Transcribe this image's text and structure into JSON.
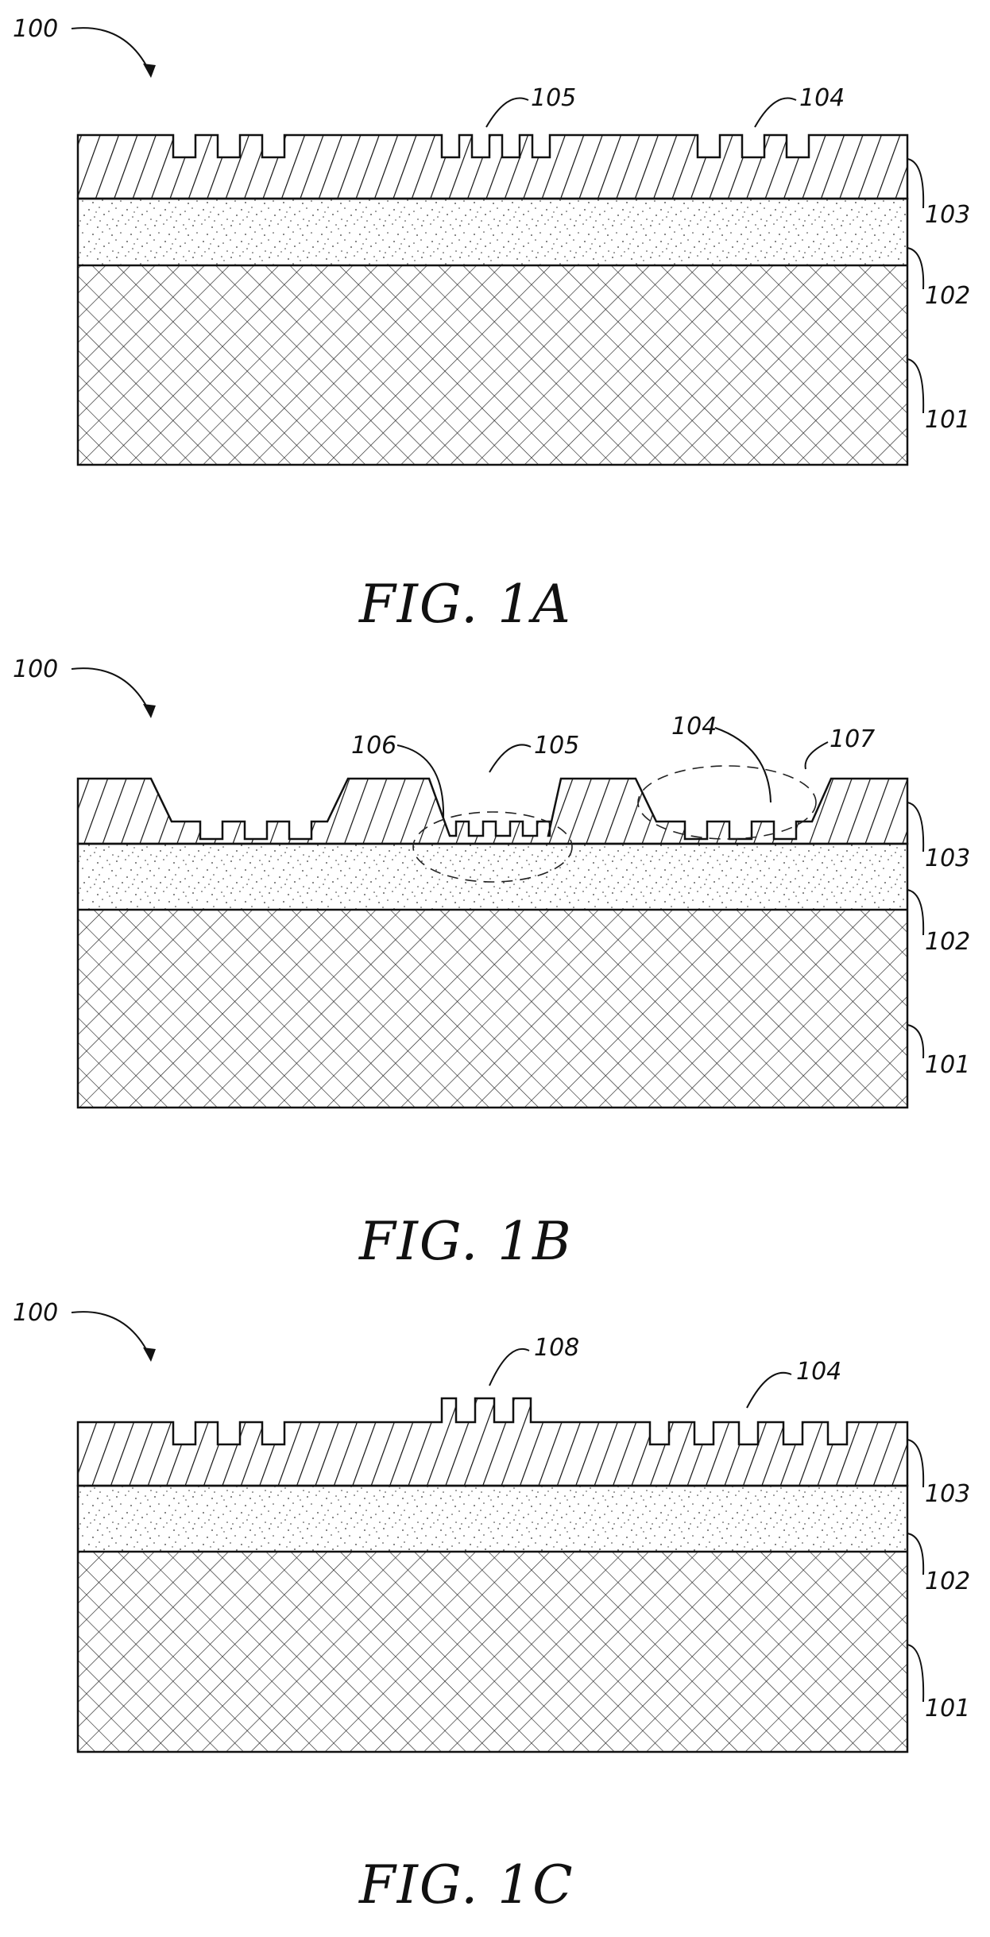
{
  "figures": [
    {
      "id": "1A",
      "caption": "FIG. 1A",
      "device_label": "100",
      "labels": {
        "top_a": "105",
        "top_b": "104",
        "layer_103": "103",
        "layer_102": "102",
        "layer_101": "101"
      }
    },
    {
      "id": "1B",
      "caption": "FIG. 1B",
      "device_label": "100",
      "labels": {
        "top_106": "106",
        "top_a": "105",
        "top_b": "104",
        "top_107": "107",
        "layer_103": "103",
        "layer_102": "102",
        "layer_101": "101"
      }
    },
    {
      "id": "1C",
      "caption": "FIG. 1C",
      "device_label": "100",
      "labels": {
        "top_a": "108",
        "top_b": "104",
        "layer_103": "103",
        "layer_102": "102",
        "layer_101": "101"
      }
    }
  ],
  "layers": {
    "101": {
      "pattern": "crosshatch"
    },
    "102": {
      "pattern": "stipple"
    },
    "103": {
      "pattern": "diagonal-hatch"
    }
  }
}
